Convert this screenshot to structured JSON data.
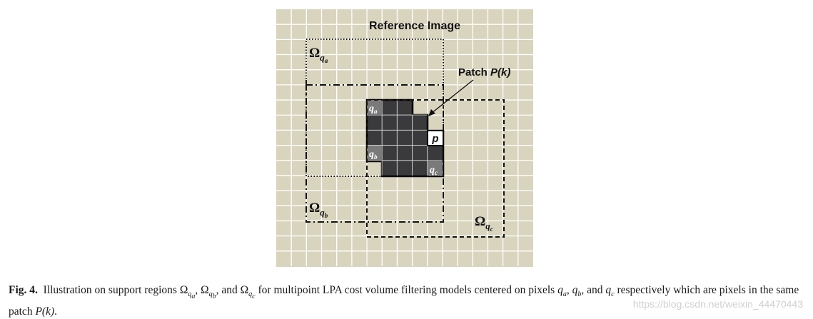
{
  "diagram": {
    "title": "Reference Image",
    "patch_label": "Patch ",
    "patch_symbol": "P(k)",
    "pixel_p": "p",
    "pixel_qa": "q",
    "pixel_qa_sub": "a",
    "pixel_qb": "q",
    "pixel_qb_sub": "b",
    "pixel_qc": "q",
    "pixel_qc_sub": "c",
    "region_a": "Ω",
    "region_a_q": "q",
    "region_a_sub": "a",
    "region_b": "Ω",
    "region_b_q": "q",
    "region_b_sub": "b",
    "region_c": "Ω",
    "region_c_q": "q",
    "region_c_sub": "c",
    "colors": {
      "background": "#d9d4bd",
      "grid": "#ffffff",
      "patch": "#3a3a3c",
      "grey_pixel": "#7a7a7a"
    }
  },
  "caption": {
    "fig_label": "Fig. 4.",
    "t1": "Illustration on support regions ",
    "omega": "Ω",
    "q": "q",
    "a": "a",
    "b": "b",
    "c": "c",
    "comma": ", ",
    "t2": ", and ",
    "t3": " for multipoint LPA cost volume filtering models centered on pixels ",
    "t4": ", and ",
    "t5": " respectively which are pixels in the same patch ",
    "pk": "P(k)",
    "end": "."
  },
  "watermark": "https://blog.csdn.net/weixin_44470443"
}
